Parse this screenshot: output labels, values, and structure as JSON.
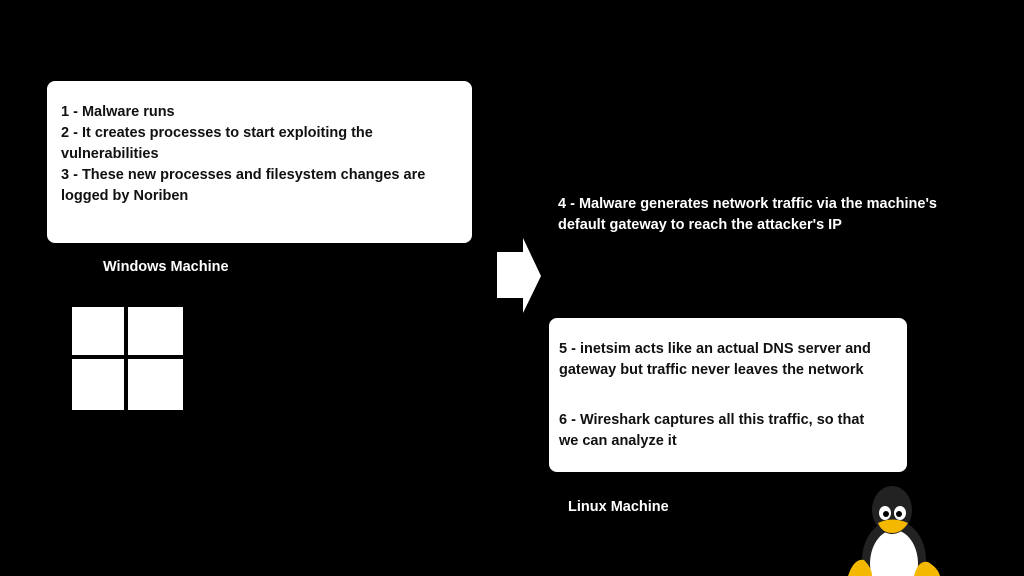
{
  "windows_box": {
    "lines": [
      "1 - Malware runs",
      "2 - It creates processes to start exploiting the",
      "vulnerabilities",
      "3 - These new processes and filesystem changes are",
      "logged by Noriben"
    ]
  },
  "windows_label": "Windows Machine",
  "network_text": {
    "lines": [
      "4 - Malware generates network traffic via the machine's",
      "default gateway to reach the attacker's IP"
    ]
  },
  "linux_box": {
    "lines": [
      "5 - inetsim acts like an actual DNS server and",
      "gateway but traffic never leaves the network",
      "6 - Wireshark captures all this traffic, so that",
      "we can analyze it"
    ]
  },
  "linux_label": "Linux Machine",
  "icons": [
    "windows-logo-icon",
    "arrow-right-icon",
    "linux-penguin-icon"
  ],
  "colors": {
    "background": "#000000",
    "box": "#ffffff",
    "penguin_yellow": "#f5b800"
  }
}
